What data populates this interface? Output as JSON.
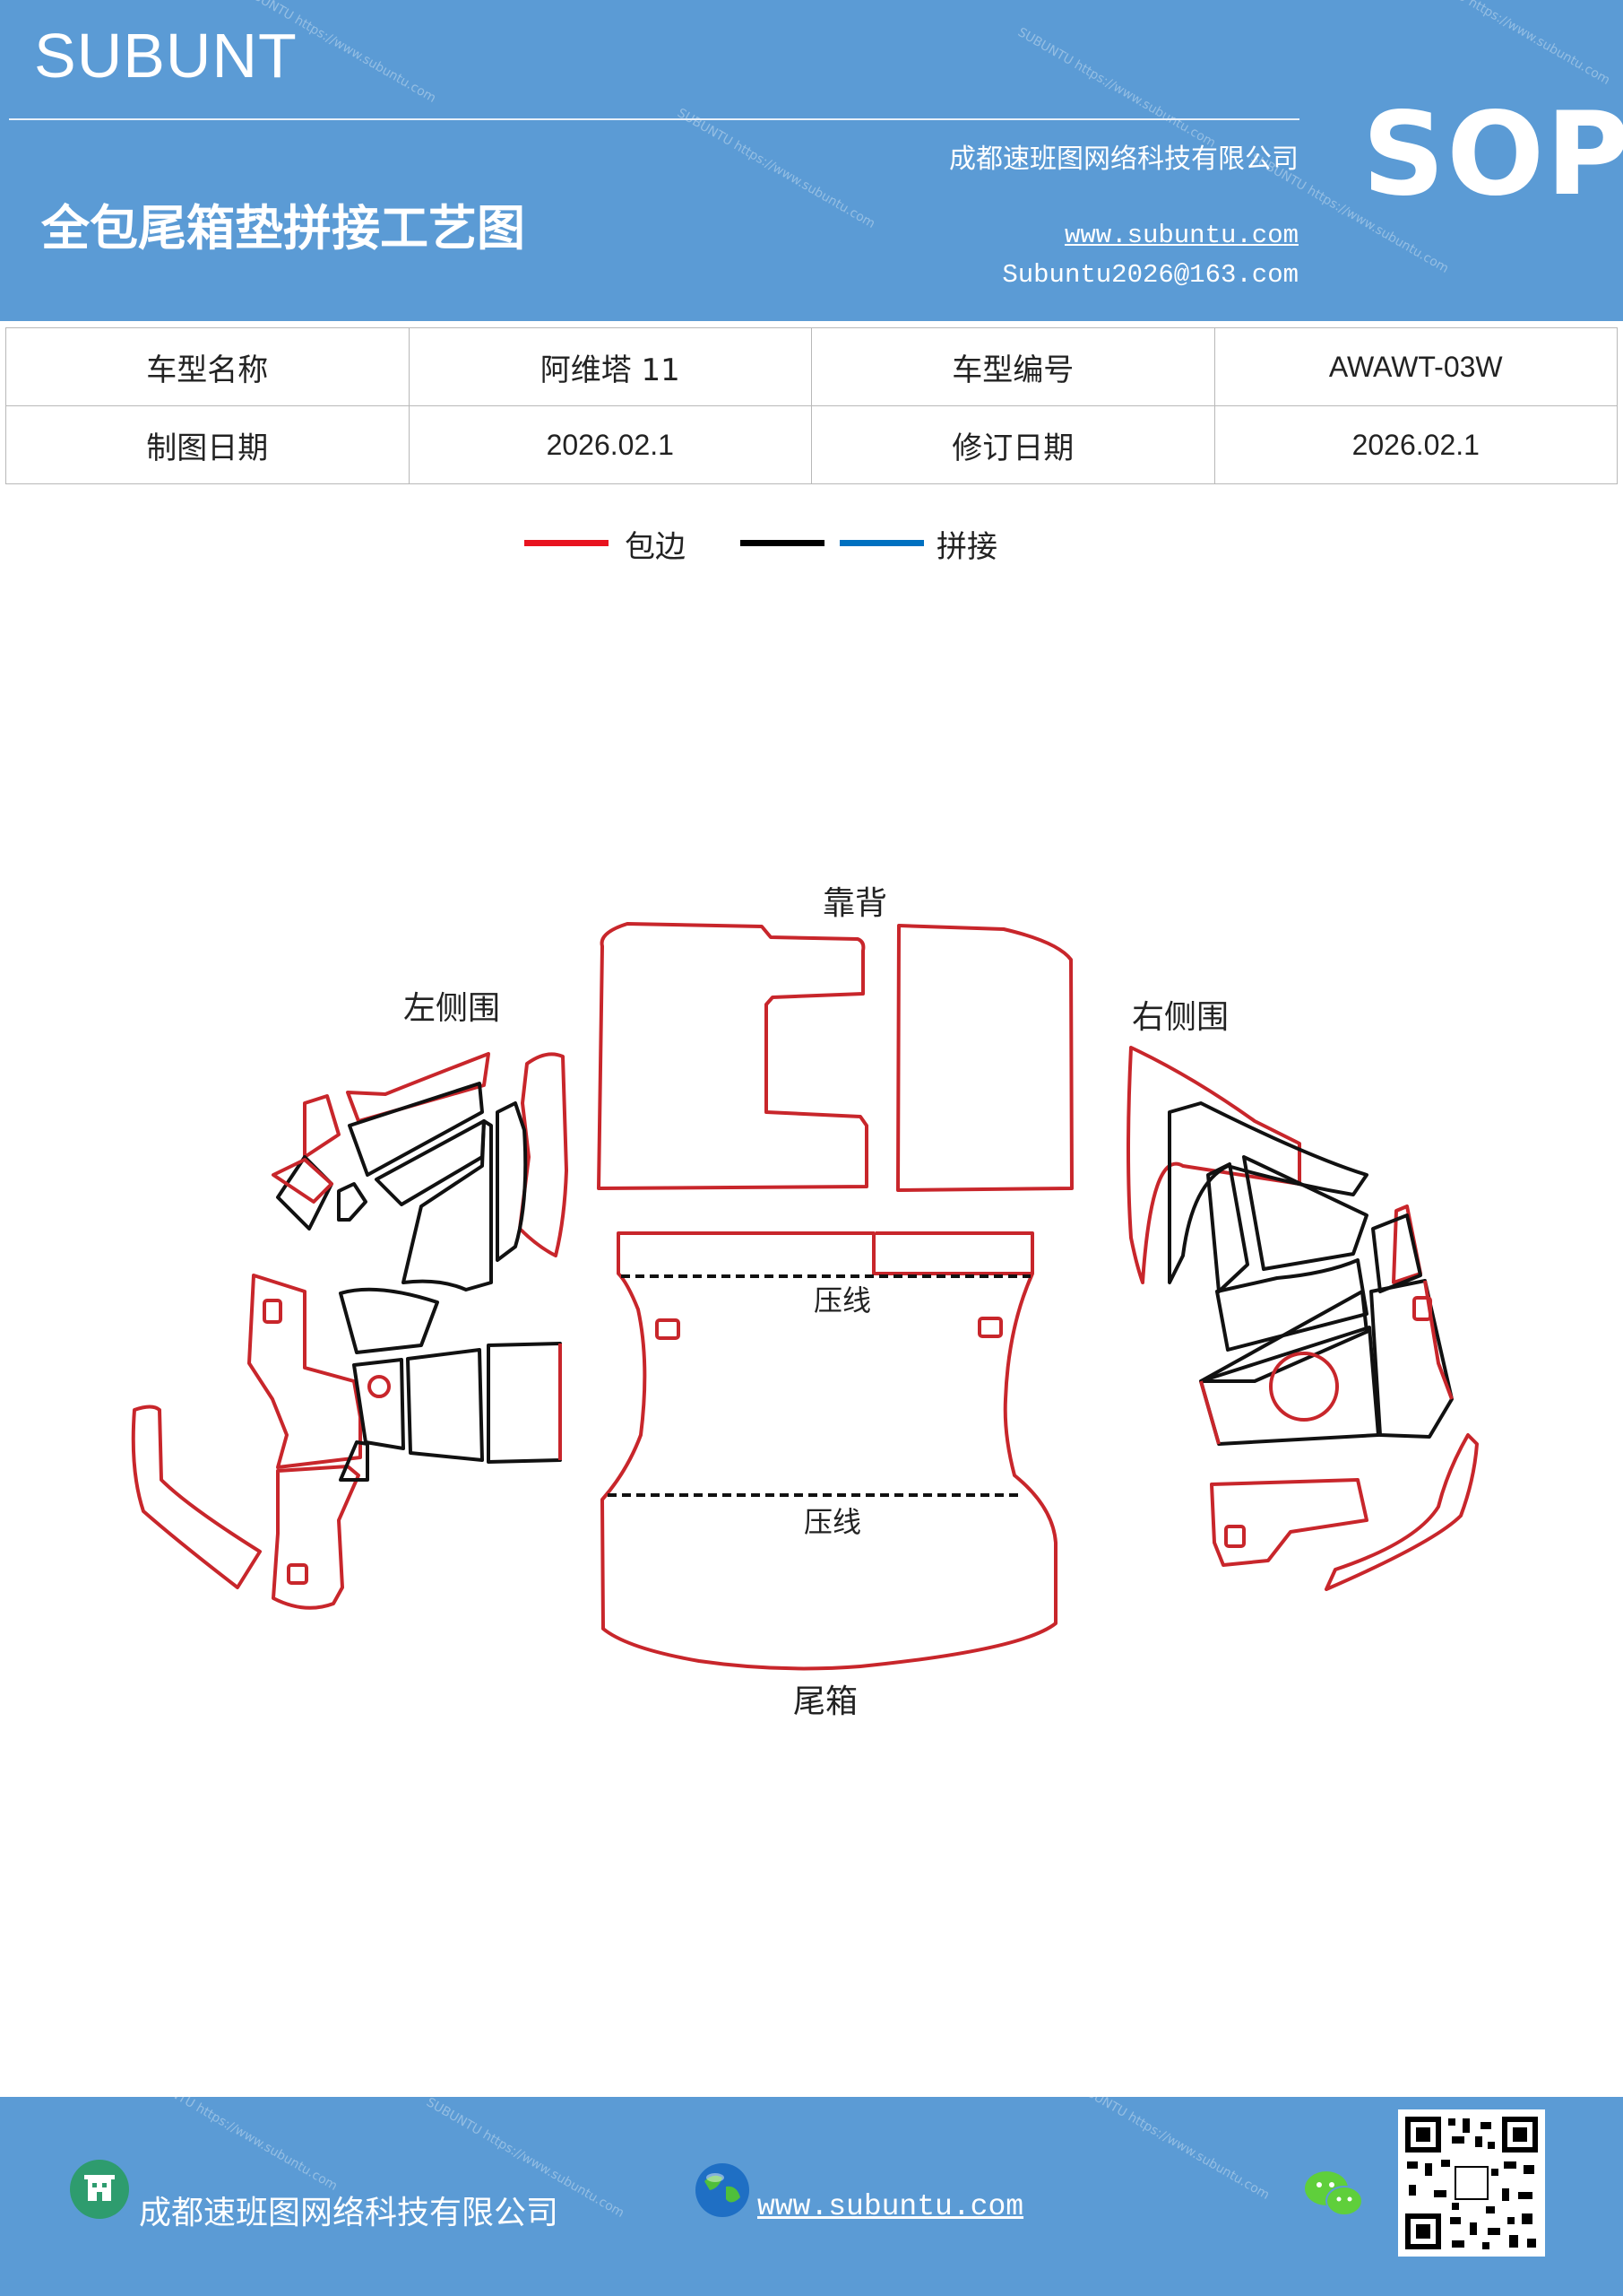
{
  "header": {
    "brand": "SUBUNT",
    "title": "全包尾箱垫拼接工艺图",
    "company": "成都速班图网络科技有限公司",
    "website": "www.subuntu.com",
    "email": "Subuntu2026@163.com",
    "badge": "SOP",
    "watermark": "SUBUNTU https://www.subuntu.com"
  },
  "info_table": {
    "rows": [
      [
        "车型名称",
        "阿维塔 11",
        "车型编号",
        "AWAWT-03W"
      ],
      [
        "制图日期",
        "2026.02.1",
        "修订日期",
        "2026.02.1"
      ]
    ]
  },
  "legend": {
    "items": [
      {
        "label": "包边",
        "color": "#e8131f"
      },
      {
        "label": "",
        "color": "#000000"
      },
      {
        "label": "拼接",
        "color": "#0070c0"
      }
    ]
  },
  "diagram": {
    "labels": {
      "backrest": "靠背",
      "left_side": "左侧围",
      "right_side": "右侧围",
      "crease_top": "压线",
      "crease_bottom": "压线",
      "trunk": "尾箱"
    },
    "colors": {
      "edge": "#c8262b",
      "seam": "#111111"
    }
  },
  "footer": {
    "company": "成都速班图网络科技有限公司",
    "website": "www.subuntu.com"
  }
}
